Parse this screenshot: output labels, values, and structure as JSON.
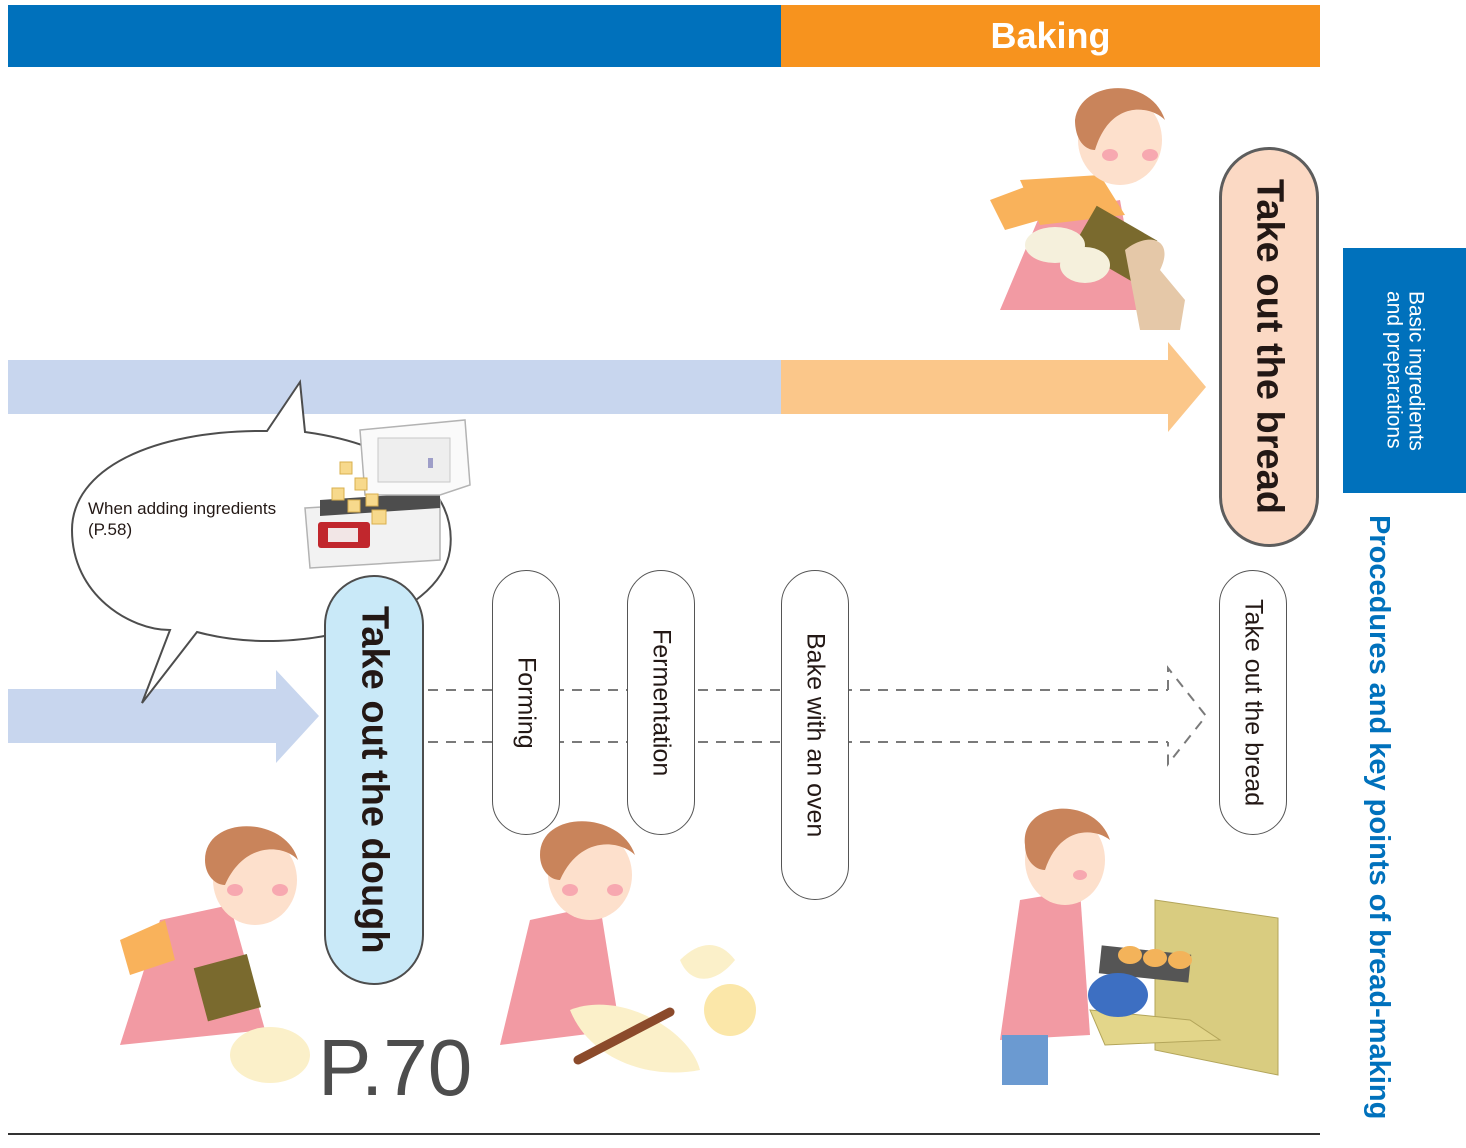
{
  "header": {
    "baking_label": "Baking"
  },
  "steps": {
    "take_out_bread_main": "Take out the bread",
    "take_out_dough": "Take out the dough",
    "forming": "Forming",
    "fermentation": "Fermentation",
    "bake_with_oven": "Bake with an oven",
    "take_out_bread": "Take out the bread"
  },
  "balloon": {
    "text": "When adding ingredients\n(P.58)"
  },
  "page_ref": "P.70",
  "sidebar": {
    "tab_label": "Basic ingredients\nand preparations",
    "section_title": "Procedures and key points of bread-making"
  },
  "colors": {
    "blue": "#0071bc",
    "orange": "#f7931e",
    "light_blue": "#c8d6ee",
    "light_orange": "#fbc78a",
    "peach": "#fbd9c4",
    "pale_blue": "#c9e9f8"
  },
  "illustrations": [
    "woman-holding-bread-pan",
    "bread-machine",
    "woman-shaping-dough",
    "woman-baking-in-oven"
  ]
}
